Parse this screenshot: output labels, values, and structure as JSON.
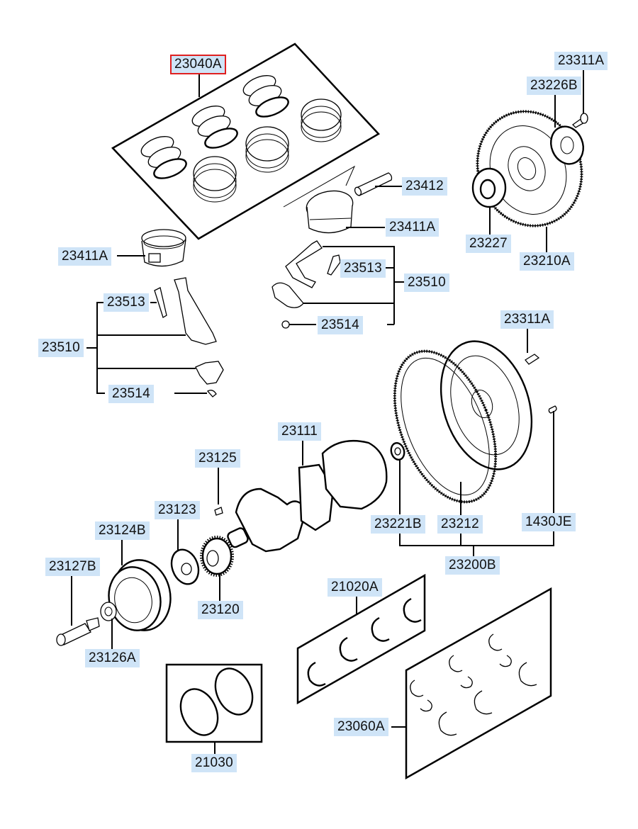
{
  "diagram": {
    "title": "Crankshaft & Piston Parts Diagram",
    "selected_part": "23040A",
    "label_color": "#cfe4f7",
    "selected_outline_color": "#e02020",
    "labels": {
      "ring_set_kit": "23040A",
      "piston_left": "23411A",
      "piston_pin": "23412",
      "piston_center": "23411A",
      "conrod_bolt_center": "23513",
      "conrod_assy_center": "23510",
      "conrod_nut_center": "23514",
      "conrod_bolt_left": "23513",
      "conrod_assy_left": "23510",
      "conrod_nut_left": "23514",
      "flywheel_bolt_top": "23311A",
      "flywheel_plate": "23226B",
      "flywheel_spacer": "23227",
      "flywheel_assy_mt": "23210A",
      "drive_plate_bolt": "23311A",
      "crankshaft": "23111",
      "pilot_bushing": "23221B",
      "ring_gear": "23212",
      "dowel_pin": "1430JE",
      "drive_plate_assy": "23200B",
      "woodruff_key": "23125",
      "washer": "23123",
      "damper_pulley": "23124B",
      "pulley_bolt": "23127B",
      "sprocket": "23120",
      "pulley_washer": "23126A",
      "conrod_bearing_set": "21020A",
      "thrust_washer_set": "21030",
      "main_bearing_set": "23060A"
    }
  }
}
